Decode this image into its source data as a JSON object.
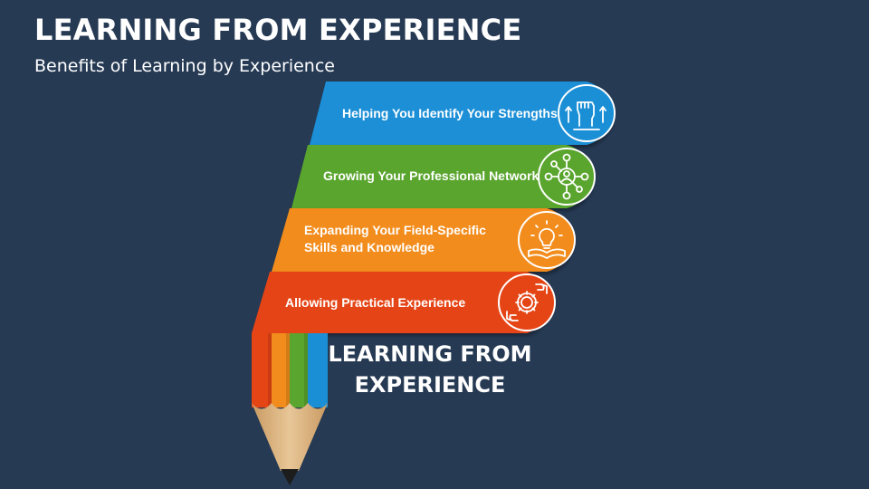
{
  "title": "LEARNING FROM EXPERIENCE",
  "subtitle": "Benefits of Learning by Experience",
  "center_label": {
    "line1": "LEARNING FROM",
    "line2": "EXPERIENCE"
  },
  "items": [
    {
      "label": "Helping You Identify Your Strengths",
      "color": "#1b8fd6",
      "icon": "raised-fist-icon"
    },
    {
      "label": "Growing Your Professional Network",
      "color": "#5aa52d",
      "icon": "network-icon"
    },
    {
      "label_line1": "Expanding Your Field-Specific",
      "label_line2": "Skills and Knowledge",
      "color": "#f28c1c",
      "icon": "lightbulb-book-icon"
    },
    {
      "label": "Allowing Practical Experience",
      "color": "#e54415",
      "icon": "hand-gear-icon"
    }
  ],
  "colors": {
    "background": "#263a54",
    "pencil_wood": "#d9b382",
    "pencil_lead": "#1d1d1d"
  }
}
